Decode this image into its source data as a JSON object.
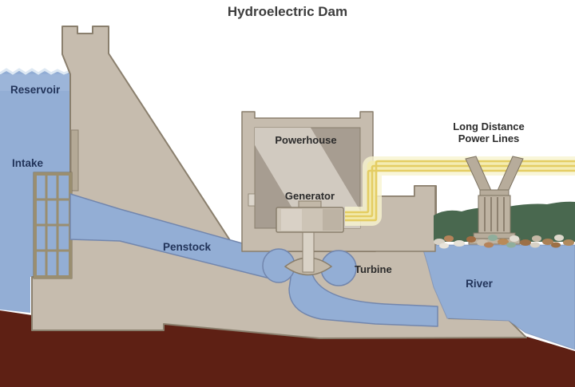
{
  "title": "Hydroelectric Dam",
  "labels": {
    "reservoir": "Reservoir",
    "intake": "Intake",
    "penstock": "Penstock",
    "powerhouse": "Powerhouse",
    "generator": "Generator",
    "turbine": "Turbine",
    "river": "River",
    "power_lines_line1": "Long Distance",
    "power_lines_line2": "Power Lines"
  },
  "colors": {
    "background": "#ffffff",
    "water": "#93aed5",
    "water_outline": "#7286ad",
    "structure_tan": "#c6bcae",
    "structure_outline": "#8a7f6d",
    "powerhouse_interior": "#a79d91",
    "ground_maroon": "#5e2014",
    "grass_green": "#49684f",
    "power_line_gold": "#e4cd63",
    "power_line_glow": "#f6f0c2",
    "water_label_text": "#22345a",
    "dark_label_text": "#2b2b2b",
    "title_text": "#3d3d3d"
  }
}
